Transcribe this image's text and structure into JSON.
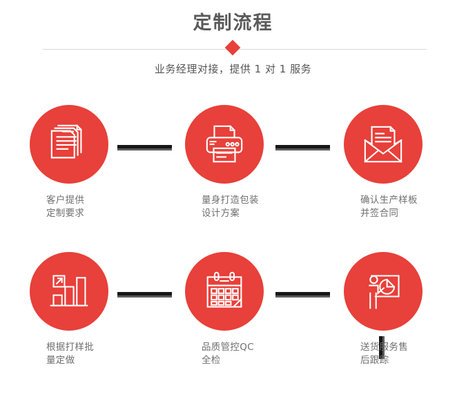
{
  "header": {
    "title": "定制流程",
    "subtitle": "业务经理对接，提供 1 对 1 服务",
    "title_color": "#5a5a5a",
    "diamond_color": "#e8403a",
    "divider_color": "#d8d8d8"
  },
  "theme": {
    "circle_red": "#e8403a",
    "icon_stroke": "#ffffff",
    "label_gray": "#6f6f6f",
    "connector_dark": "#171717",
    "connector_light": "#5b5b5b",
    "background": "#ffffff"
  },
  "flow": {
    "steps": [
      {
        "index": 1,
        "icon": "documents-stack-icon",
        "label": "客户提供\n定制要求"
      },
      {
        "index": 2,
        "icon": "printer-icon",
        "label": "量身打造包装\n设计方案"
      },
      {
        "index": 3,
        "icon": "envelope-letter-icon",
        "label": "确认生产样板\n并签合同"
      },
      {
        "index": 4,
        "icon": "bar-chart-growth-icon",
        "label": "根据打样批\n量定做"
      },
      {
        "index": 5,
        "icon": "calendar-icon",
        "label": "品质管控QC\n全检"
      },
      {
        "index": 6,
        "icon": "presenter-pie-chart-icon",
        "label": "送货服务售\n后跟踪"
      }
    ]
  }
}
